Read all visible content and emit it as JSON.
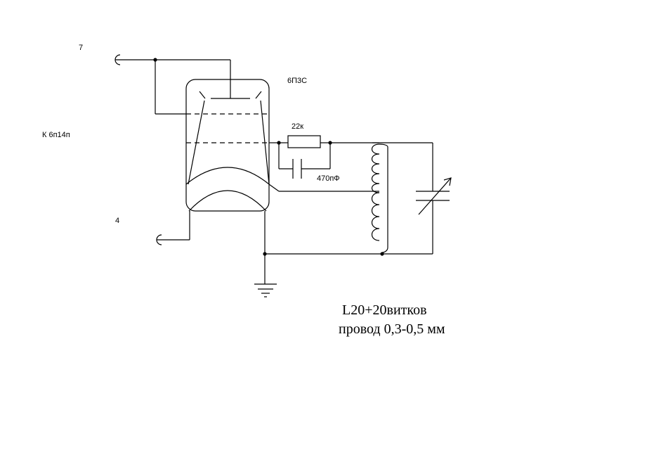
{
  "labels": {
    "pin_top": "7",
    "pin_bottom": "4",
    "source_note": "К 6п14п",
    "tube_type": "6П3С",
    "resistor_value": "22к",
    "capacitor_value": "470пФ",
    "coil_note": "L20+20витков",
    "wire_note": "провод 0,3-0,5 мм"
  }
}
